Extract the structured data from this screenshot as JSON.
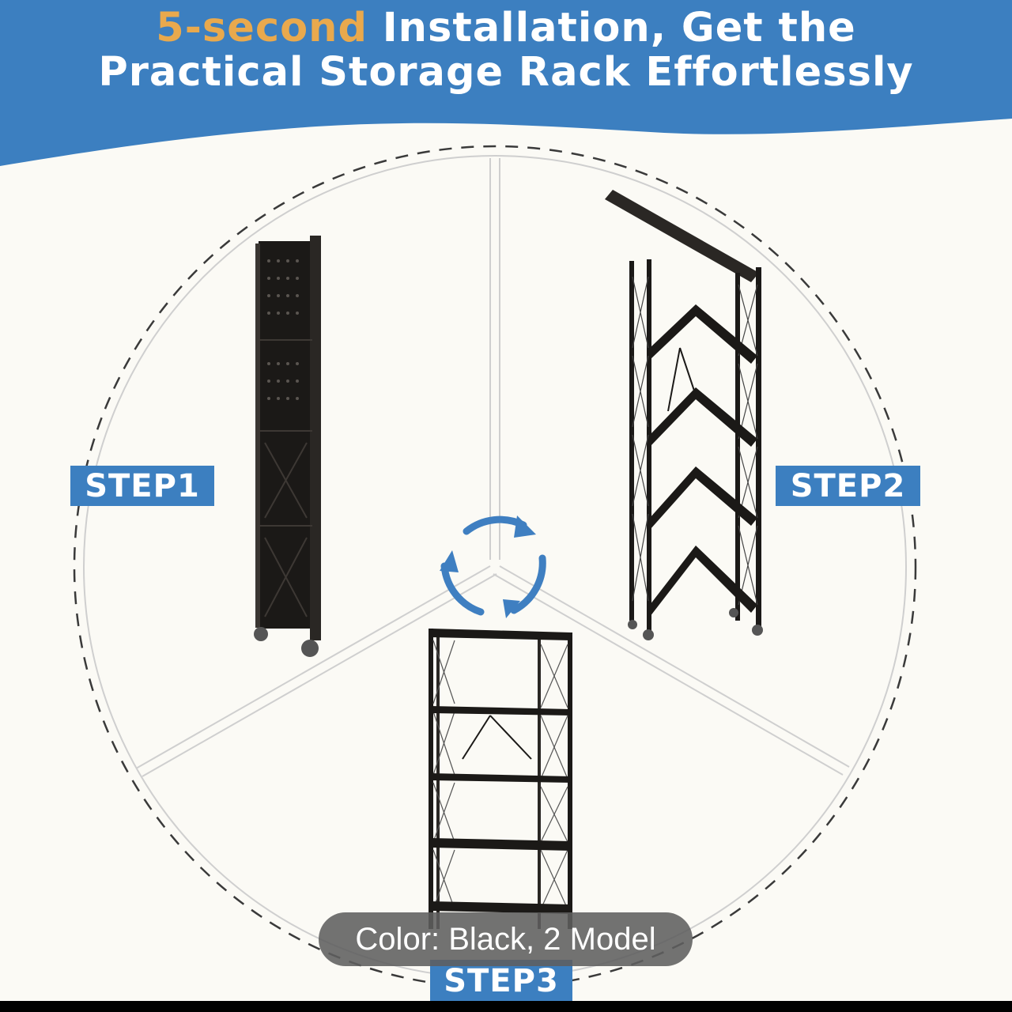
{
  "headline": {
    "line1_accent": "5-second",
    "line1_rest": " Installation, Get the",
    "line2": "Practical Storage Rack Effortlessly"
  },
  "steps": {
    "step1": "STEP1",
    "step2": "STEP2",
    "step3": "STEP3"
  },
  "caption": "Color: Black, 2 Model",
  "colors": {
    "banner_blue": "#3c7fc0",
    "accent_orange": "#e9a94d",
    "rack_black": "#1b1917",
    "background": "#fbfaf5",
    "cycle_arrows": "#3f7fc1"
  },
  "icons": [
    "cycle-arrows-icon"
  ]
}
